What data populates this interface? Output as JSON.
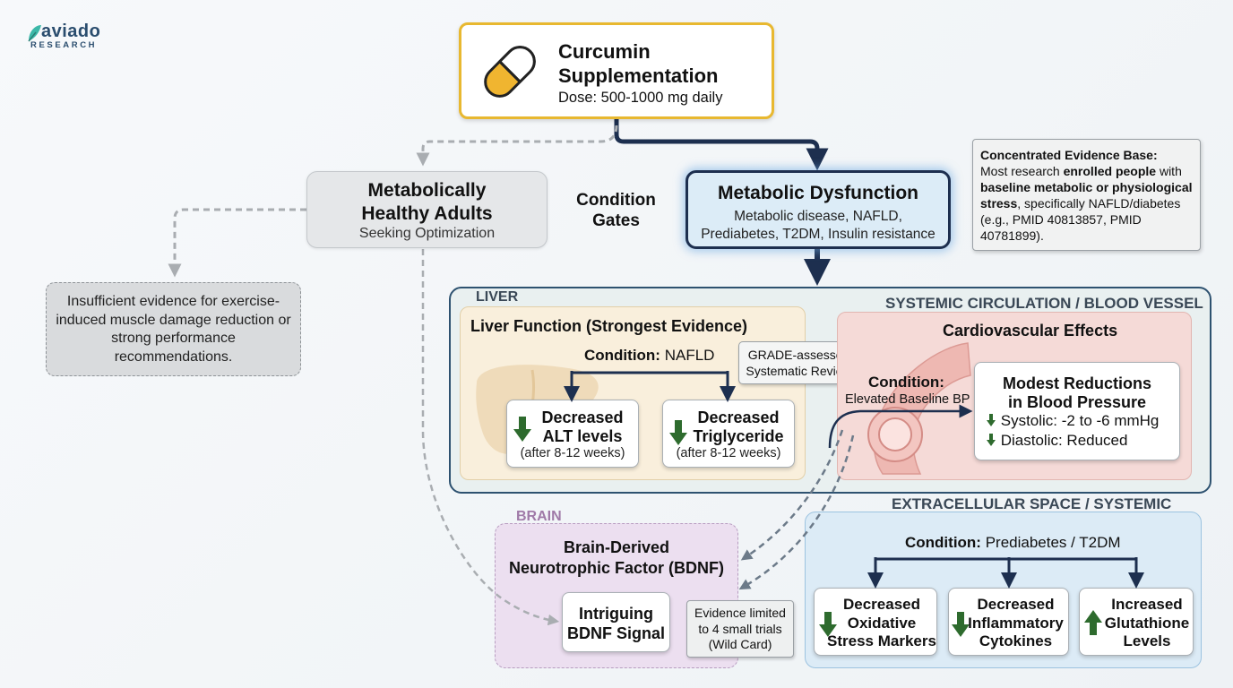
{
  "logo": {
    "word": "aviado",
    "sub": "RESEARCH"
  },
  "top_node": {
    "title": "Curcumin Supplementation",
    "dose": "Dose: 500-1000 mg daily"
  },
  "healthy": {
    "title_line1": "Metabolically",
    "title_line2": "Healthy Adults",
    "subtitle": "Seeking Optimization"
  },
  "condition_gates": {
    "line1": "Condition",
    "line2": "Gates"
  },
  "metabolic": {
    "title": "Metabolic Dysfunction",
    "line1": "Metabolic disease, NAFLD,",
    "line2": "Prediabetes, T2DM, Insulin resistance"
  },
  "evidence_base": {
    "heading": "Concentrated Evidence Base:",
    "t1": "Most research ",
    "b1": "enrolled people",
    "t2": "with ",
    "b2": "baseline metabolic or physiological stress",
    "t3": ",",
    "t4": "specifically NAFLD/diabetes (e.g., PMID 40813857, PMID 40781899)."
  },
  "insufficient": {
    "text": "Insufficient evidence for exercise-induced muscle damage reduction or strong performance recommendations."
  },
  "liver": {
    "region_label": "LIVER",
    "title": "Liver Function (Strongest Evidence)",
    "condition_label": "Condition:",
    "condition_value": "NAFLD",
    "grade_line1": "GRADE-assessed",
    "grade_line2": "Systematic Review",
    "alt": {
      "line1": "Decreased",
      "line2": "ALT levels",
      "note": "(after 8-12 weeks)"
    },
    "tg": {
      "line1": "Decreased",
      "line2": "Triglyceride",
      "note": "(after 8-12 weeks)"
    }
  },
  "systemic": {
    "region_label": "SYSTEMIC CIRCULATION / BLOOD VESSEL",
    "title": "Cardiovascular Effects",
    "condition_label": "Condition:",
    "condition_value": "Elevated Baseline BP",
    "bp": {
      "line1": "Modest Reductions",
      "line2": "in Blood Pressure",
      "systolic": "Systolic: -2 to -6 mmHg",
      "diastolic": "Diastolic: Reduced"
    }
  },
  "extracellular": {
    "region_label": "EXTRACELLULAR SPACE / SYSTEMIC",
    "condition_label": "Condition:",
    "condition_value": "Prediabetes / T2DM",
    "oxidative": {
      "line1": "Decreased",
      "line2": "Oxidative",
      "line3": "Stress Markers"
    },
    "cytokines": {
      "line1": "Decreased",
      "line2": "Inflammatory",
      "line3": "Cytokines"
    },
    "glutathione": {
      "line1": "Increased",
      "line2": "Glutathione",
      "line3": "Levels"
    }
  },
  "brain": {
    "region_label": "BRAIN",
    "title_line1": "Brain-Derived",
    "title_line2": "Neurotrophic Factor (BDNF)",
    "signal_line1": "Intriguing",
    "signal_line2": "BDNF Signal",
    "limited_line1": "Evidence limited",
    "limited_line2": "to 4 small trials",
    "limited_line3": "(Wild Card)"
  },
  "colors": {
    "gold_border": "#e8b830",
    "navy": "#1d2f4f",
    "metabolic_fill": "#dcecf7",
    "liver_fill": "#f9efdc",
    "cardio_fill": "#f5dad7",
    "extracellular_fill": "#dcebf6",
    "brain_fill": "#ecdff0",
    "down_arrow": "#2e6b2e",
    "up_arrow": "#2e6b2e",
    "dashed_gray": "#a9adb1"
  },
  "icons": [
    "capsule-icon",
    "liver-icon",
    "blood-vessel-icon",
    "down-arrow-icon",
    "up-arrow-icon",
    "leaf-logo-icon"
  ]
}
